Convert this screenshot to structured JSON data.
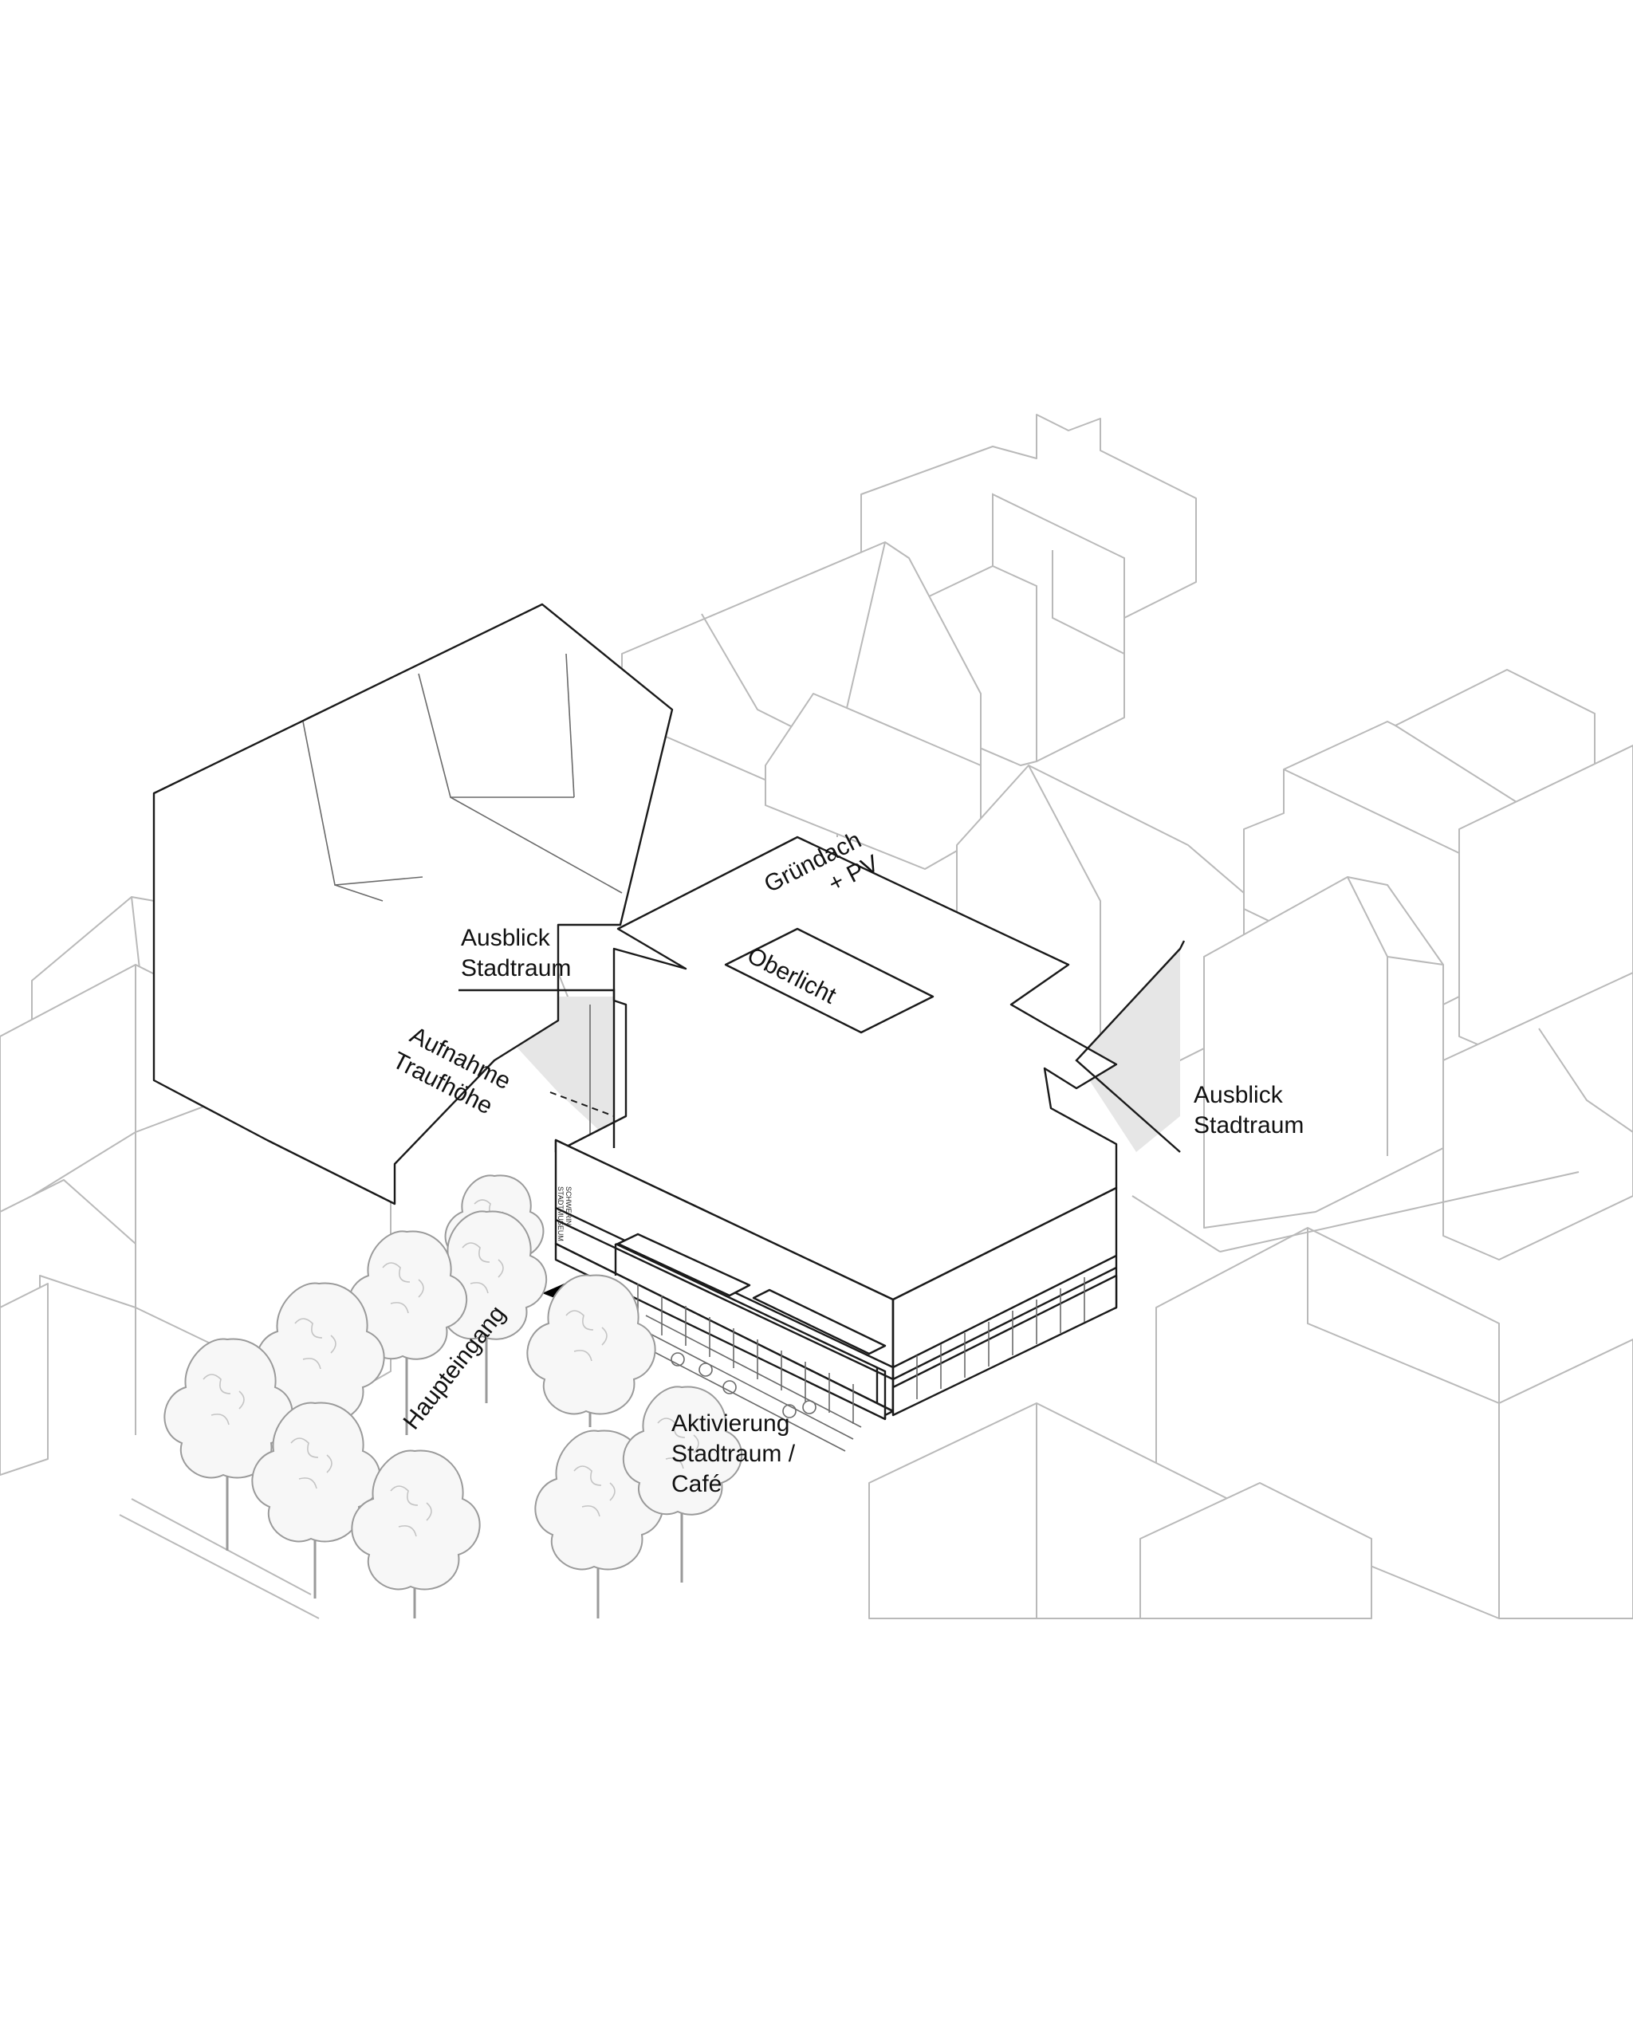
{
  "labels": {
    "gruendach_line1": "Gründach",
    "gruendach_line2": "+ PV",
    "oberlicht": "Oberlicht",
    "ausblick_left_line1": "Ausblick",
    "ausblick_left_line2": "Stadtraum",
    "ausblick_right_line1": "Ausblick",
    "ausblick_right_line2": "Stadtraum",
    "aufnahme_line1": "Aufnahme",
    "aufnahme_line2": "Traufhöhe",
    "haupteingang": "Haupteingang",
    "aktivierung_line1": "Aktivierung",
    "aktivierung_line2": "Stadtraum /",
    "aktivierung_line3": "Café"
  },
  "facade_sign": {
    "line1": "STADTMUSEUM",
    "line2": "SCHWERIN"
  },
  "colors": {
    "context_stroke": "#b9b9b9",
    "main_stroke": "#1a1a1a",
    "view_cone_fill": "#e6e6e6",
    "entrance_arrow": "#000000"
  },
  "icons": {
    "entrance": "entrance-arrow-icon",
    "trees": "tree-icon"
  }
}
